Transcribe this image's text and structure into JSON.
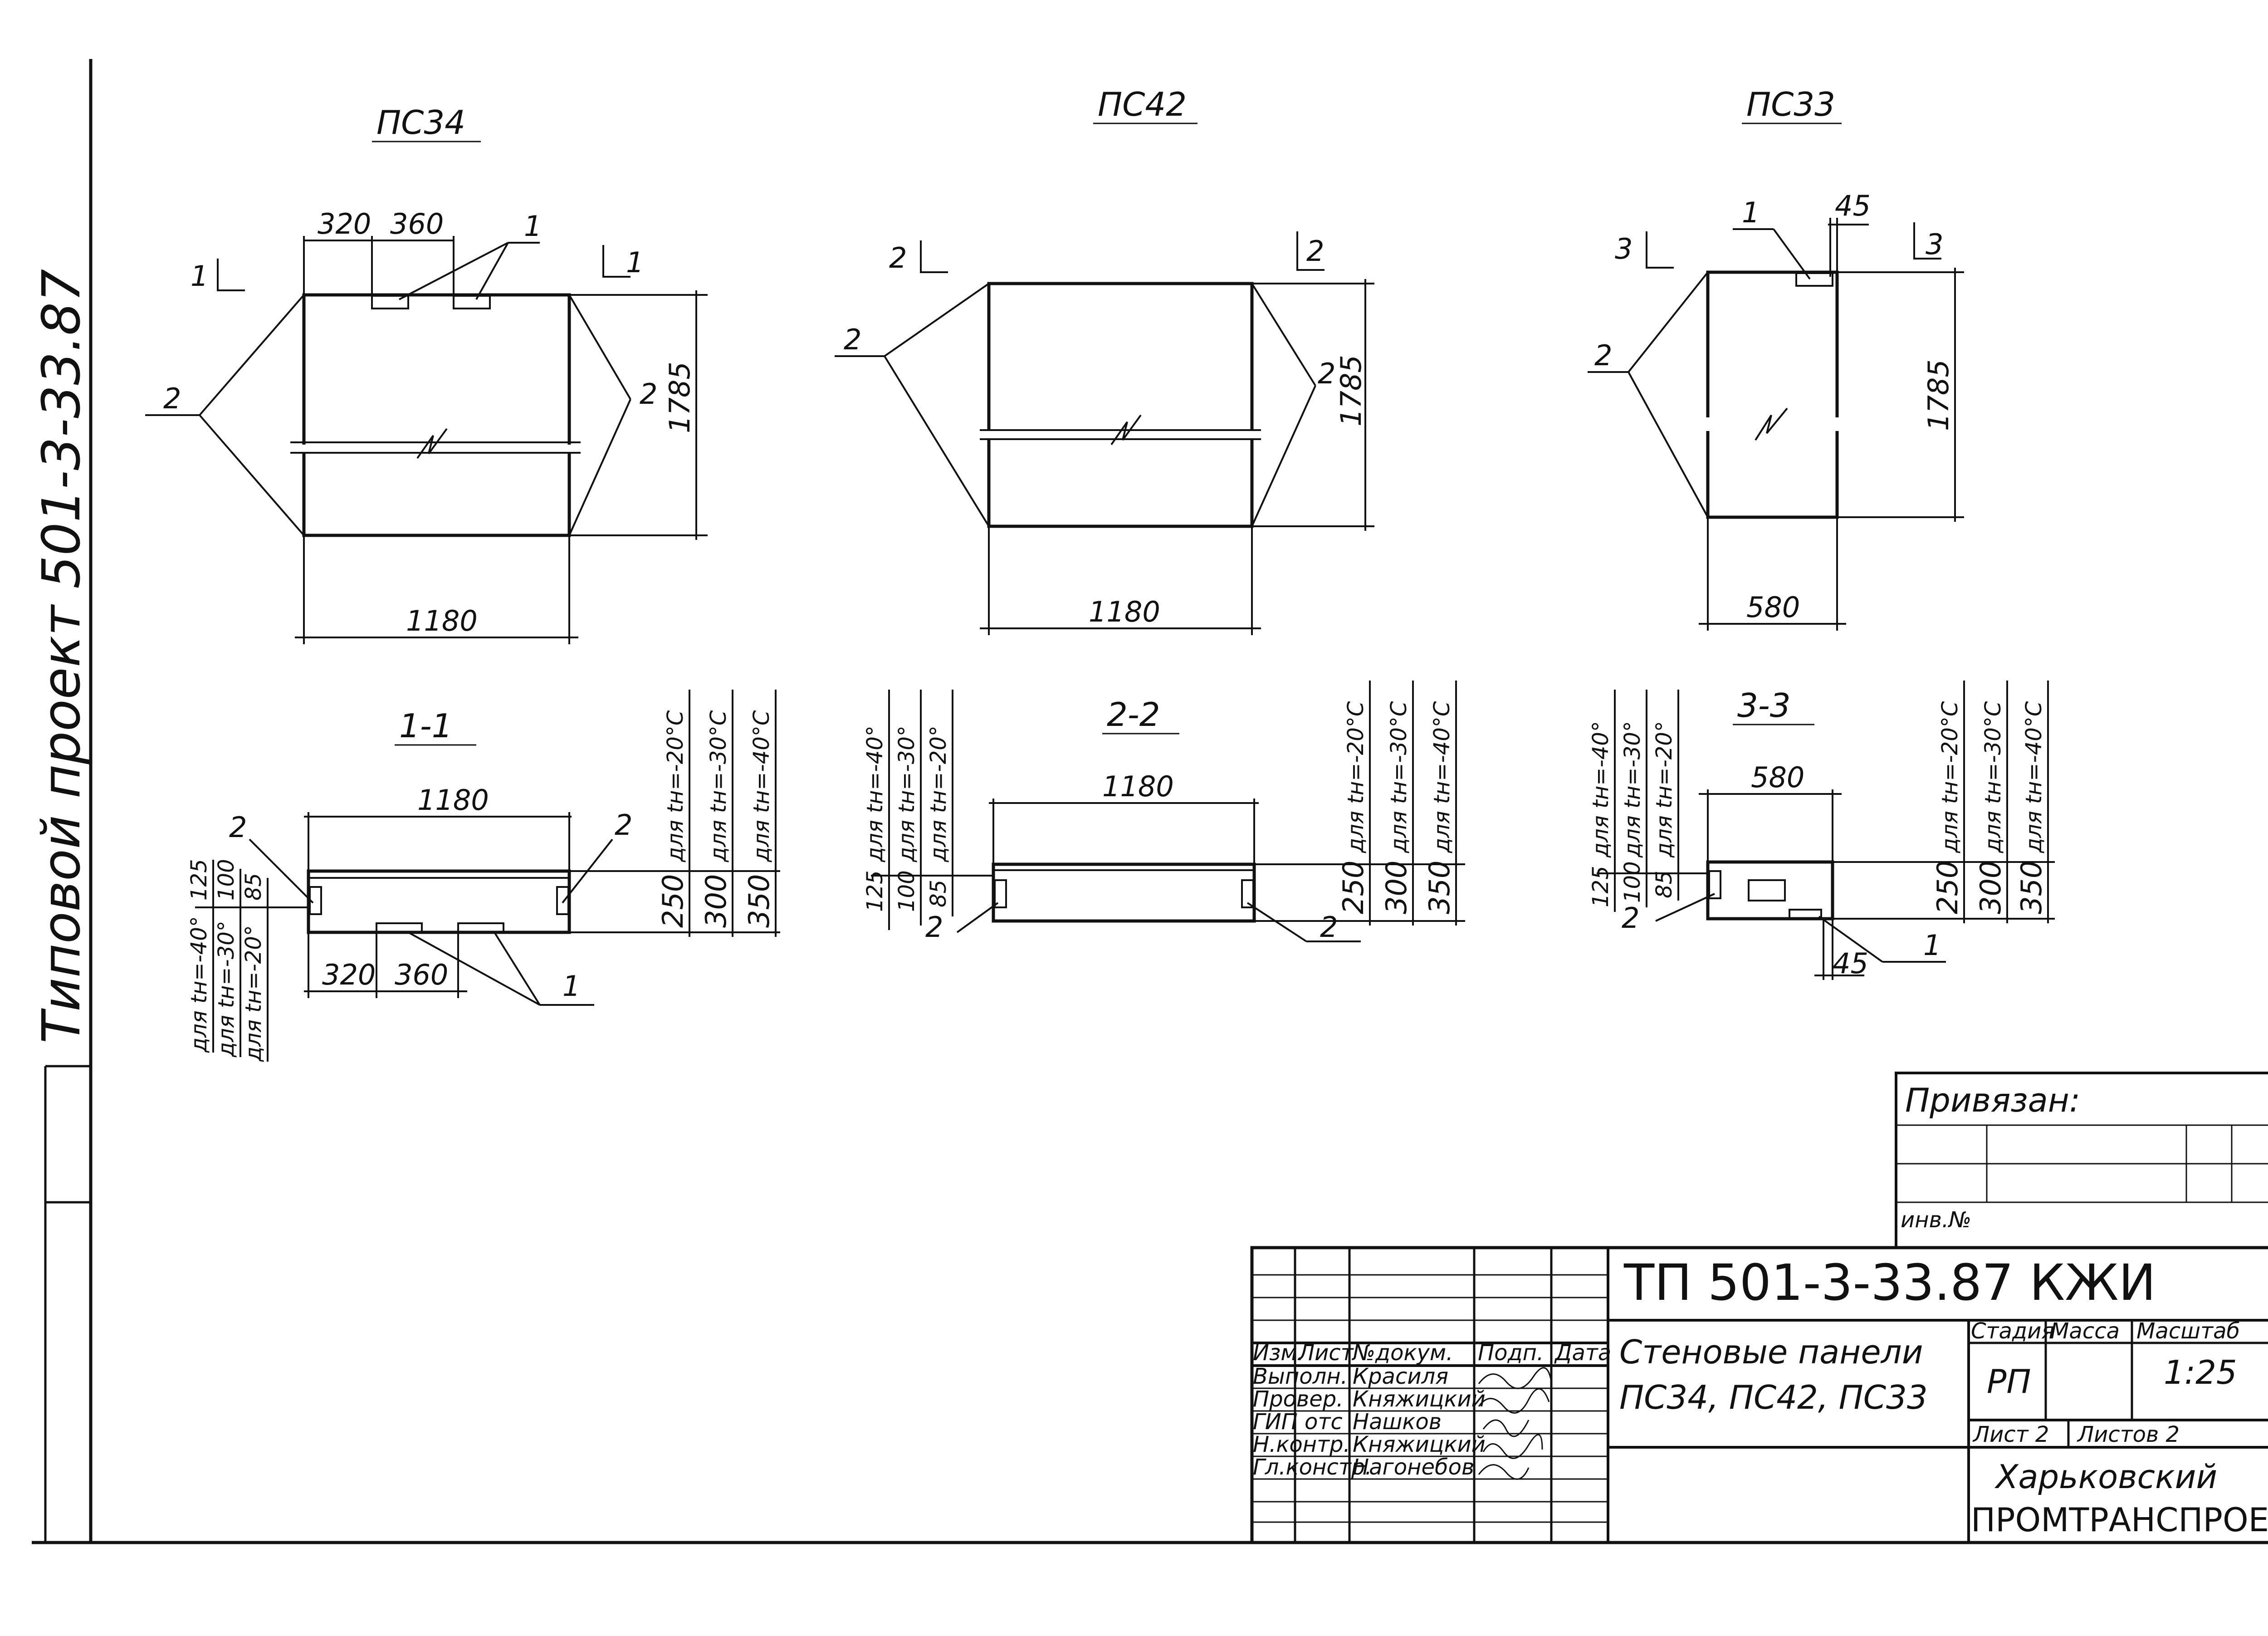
{
  "margin_text": {
    "project": "Типовой проект 501-3-33.87"
  },
  "views": [
    {
      "title": "ПС34",
      "dims": {
        "d1": "320",
        "d2": "360",
        "width": "1180",
        "height": "1785"
      },
      "cut_label": "1",
      "leader_labels": {
        "insert": "1",
        "rib": "2"
      }
    },
    {
      "title": "ПС42",
      "dims": {
        "width": "1180",
        "height": "1785"
      },
      "cut_label": "2",
      "leader_labels": {
        "rib": "2"
      }
    },
    {
      "title": "ПС33",
      "dims": {
        "top": "45",
        "width": "580",
        "height": "1785"
      },
      "cut_label": "3",
      "leader_labels": {
        "insert": "1",
        "rib": "2"
      }
    }
  ],
  "sections": [
    {
      "title": "1-1",
      "width": "1180",
      "bottom_dims": {
        "d1": "320",
        "d2": "360"
      },
      "left_thick": [
        "125",
        "100",
        "85"
      ],
      "left_notes": [
        "для tн=-40°",
        "для tн=-30°",
        "для tн=-20°"
      ],
      "right_thick": [
        "250",
        "300",
        "350"
      ],
      "right_notes": [
        "для tн=-20°C",
        "для tн=-30°C",
        "для tн=-40°C"
      ],
      "labels": {
        "rib": "2",
        "insert": "1"
      }
    },
    {
      "title": "2-2",
      "width": "1180",
      "left_thick": [
        "125",
        "100",
        "85"
      ],
      "left_notes": [
        "для tн=-40°",
        "для tн=-30°",
        "для tн=-20°"
      ],
      "right_thick": [
        "250",
        "300",
        "350"
      ],
      "right_notes": [
        "для tн=-20°C",
        "для tн=-30°C",
        "для tн=-40°C"
      ],
      "labels": {
        "rib": "2"
      }
    },
    {
      "title": "3-3",
      "width": "580",
      "bottom_dim": "45",
      "left_thick": [
        "125",
        "100",
        "85"
      ],
      "left_notes": [
        "для tн=-40°",
        "для tн=-30°",
        "для tн=-20°"
      ],
      "right_thick": [
        "250",
        "300",
        "350"
      ],
      "right_notes": [
        "для tн=-20°C",
        "для tн=-30°C",
        "для tн=-40°C"
      ],
      "labels": {
        "rib": "2",
        "insert": "1"
      }
    }
  ],
  "binding_box": {
    "label": "Привязан:",
    "inv_label": "инв.№"
  },
  "title_block": {
    "code": "ТП 501-3-33.87 КЖИ",
    "headers": {
      "izm": "Изм.",
      "list": "Лист",
      "doc": "№докум.",
      "sign": "Подп.",
      "date": "Дата"
    },
    "roles": [
      {
        "role": "Выполн.",
        "name": "Красиля"
      },
      {
        "role": "Провер.",
        "name": "Княжицкий"
      },
      {
        "role": "ГИП отс",
        "name": "Нашков"
      },
      {
        "role": "Н.контр.",
        "name": "Княжицкий"
      },
      {
        "role": "Гл.констр.",
        "name": "Нагонебов"
      }
    ],
    "title_line1": "Стеновые панели",
    "title_line2": "ПС34, ПС42, ПС33",
    "stage_header": "Стадия",
    "mass_header": "Масса",
    "scale_header": "Масштаб",
    "stage": "РП",
    "scale": "1:25",
    "sheet": "Лист 2",
    "sheets": "Листов 2",
    "org_line1": "Харьковский",
    "org_line2": "ПРОМТРАНСПРОЕКТ"
  }
}
